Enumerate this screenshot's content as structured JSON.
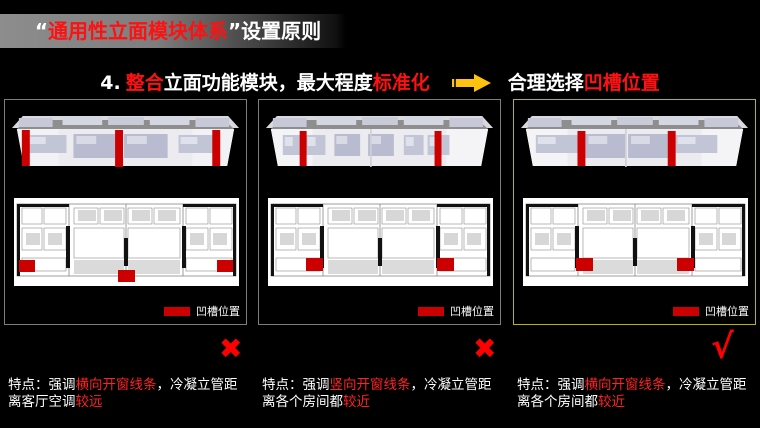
{
  "header": {
    "title_quote_open": "“",
    "title_highlight": "通用性立面模块体系",
    "title_quote_close": "”",
    "title_rest": "设置原则",
    "accent_color": "#ff1111",
    "bar_gradient_from": "#8d8d8d",
    "bar_gradient_to": "#000000"
  },
  "subtitle": {
    "number": "4.",
    "part1_highlight": "整合",
    "part2": "立面功能模块，最大程度",
    "part3_highlight": "标准化",
    "arrow_icon": "right-arrow-icon",
    "arrow_color": "#ffc20e",
    "part4": "合理选择",
    "part5_highlight": "凹槽位置"
  },
  "legend": {
    "label": "凹槽位置",
    "swatch_color": "#cc0000"
  },
  "panels": [
    {
      "id": "panel-1",
      "name": "scheme-horizontal-far",
      "border_color": "#7d7d7d",
      "verdict": "✖",
      "verdict_type": "cross",
      "verdict_color": "#ff0000",
      "groove_count_facade": 3,
      "groove_count_plan": 3
    },
    {
      "id": "panel-2",
      "name": "scheme-vertical-near",
      "border_color": "#7d7d7d",
      "verdict": "✖",
      "verdict_type": "cross",
      "verdict_color": "#ff0000",
      "groove_count_facade": 2,
      "groove_count_plan": 2
    },
    {
      "id": "panel-3",
      "name": "scheme-horizontal-near",
      "border_color": "#b9b600",
      "verdict": "√",
      "verdict_type": "check",
      "verdict_color": "#ff0000",
      "groove_count_facade": 2,
      "groove_count_plan": 2
    }
  ],
  "captions": [
    {
      "prefix": "特点：强调",
      "hl1": "横向开窗线条",
      "mid": "，冷凝立管距离客厅空调",
      "hl2": "较远"
    },
    {
      "prefix": "特点：强调",
      "hl1": "竖向开窗线条",
      "mid": "，冷凝立管距离各个房间都",
      "hl2": "较近"
    },
    {
      "prefix": "特点：强调",
      "hl1": "横向开窗线条",
      "mid": "，冷凝立管距离各个房间都",
      "hl2": "较近"
    }
  ]
}
